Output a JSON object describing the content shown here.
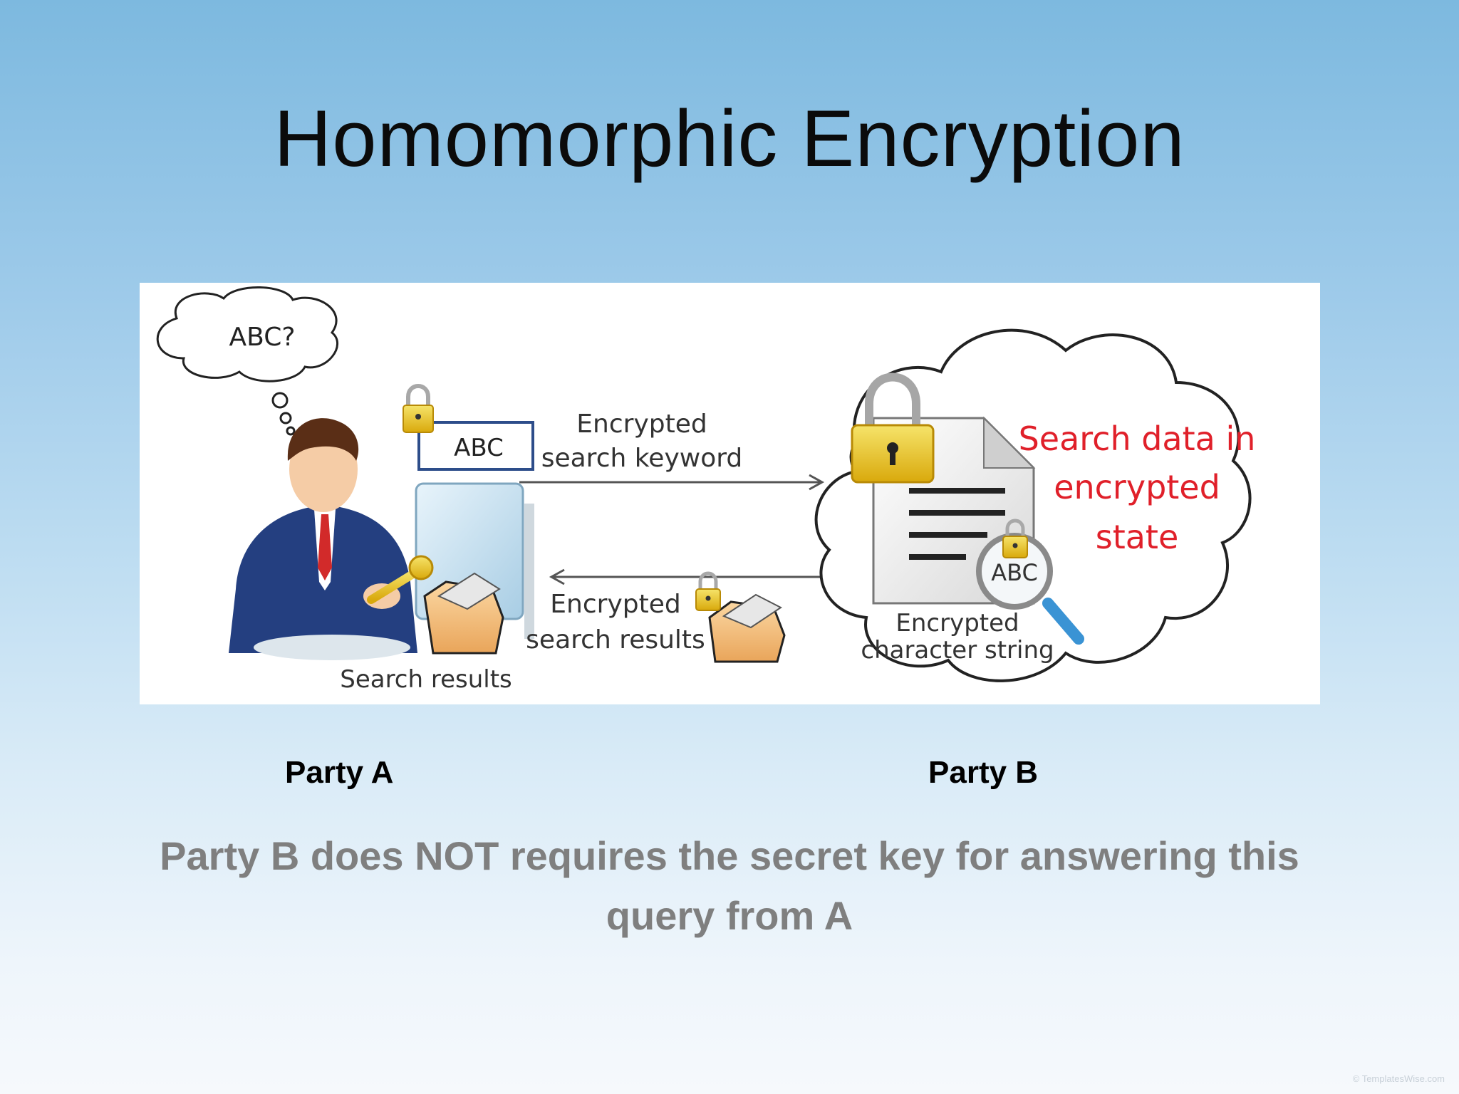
{
  "slide": {
    "title": "Homomorphic Encryption",
    "party_a": "Party A",
    "party_b": "Party B",
    "note": "Party B does NOT requires the secret key for answering this query from A",
    "watermark": "© TemplatesWise.com"
  },
  "diagram": {
    "thought_bubble": "ABC?",
    "keyword_box": "ABC",
    "arrow_top_line1": "Encrypted",
    "arrow_top_line2": "search keyword",
    "arrow_bottom_line1": "Encrypted",
    "arrow_bottom_line2": "search results",
    "search_results": "Search results",
    "cloud_line1": "Search data in",
    "cloud_line2": "encrypted",
    "cloud_line3": "state",
    "magnifier_text": "ABC",
    "doc_line1": "Encrypted",
    "doc_line2": "character string"
  },
  "colors": {
    "accent_red": "#e0202a",
    "gold": "#e8c61a",
    "navy": "#1f3a72"
  }
}
